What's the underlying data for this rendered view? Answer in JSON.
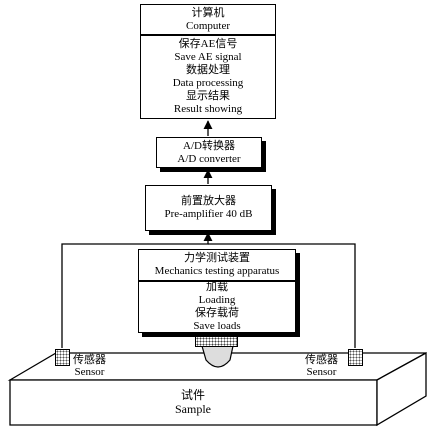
{
  "computer": {
    "title_cn": "计算机",
    "title_en": "Computer",
    "items": [
      {
        "cn": "保存AE信号",
        "en": "Save AE signal"
      },
      {
        "cn": "数据处理",
        "en": "Data processing"
      },
      {
        "cn": "显示结果",
        "en": "Result showing"
      }
    ]
  },
  "converter": {
    "cn": "A/D转换器",
    "en": "A/D converter"
  },
  "preamp": {
    "cn": "前置放大器",
    "en": "Pre-amplifier 40 dB"
  },
  "mechanics": {
    "title_cn": "力学测试装置",
    "title_en": "Mechanics testing apparatus",
    "items": [
      {
        "cn": "加载",
        "en": "Loading"
      },
      {
        "cn": "保存载荷",
        "en": "Save loads"
      }
    ]
  },
  "sensor_left": {
    "cn": "传感器",
    "en": "Sensor"
  },
  "sensor_right": {
    "cn": "传感器",
    "en": "Sensor"
  },
  "sample": {
    "cn": "试件",
    "en": "Sample"
  }
}
